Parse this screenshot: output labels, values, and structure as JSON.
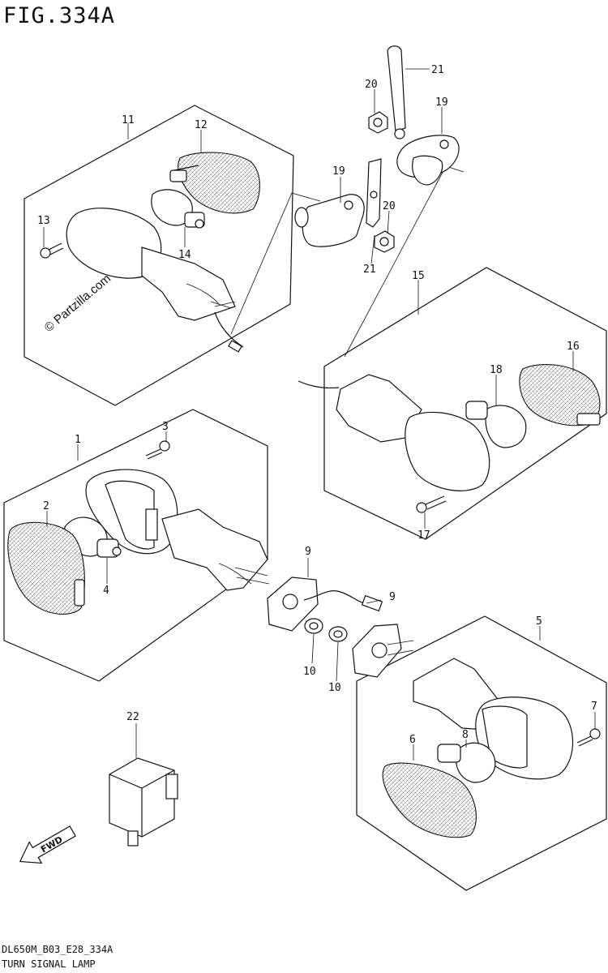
{
  "figure": {
    "title": "FIG.334A",
    "code": "DL650M_B03_E28_334A",
    "name": "TURN SIGNAL LAMP",
    "watermark": "© Partzilla.com",
    "fwd_label": "FWD"
  },
  "callouts": {
    "c1": "1",
    "c2": "2",
    "c3": "3",
    "c4": "4",
    "c5": "5",
    "c6": "6",
    "c7": "7",
    "c8": "8",
    "c9a": "9",
    "c9b": "9",
    "c10a": "10",
    "c10b": "10",
    "c11": "11",
    "c12": "12",
    "c13": "13",
    "c14": "14",
    "c15": "15",
    "c16": "16",
    "c17": "17",
    "c18": "18",
    "c19a": "19",
    "c19b": "19",
    "c20a": "20",
    "c20b": "20",
    "c21a": "21",
    "c21b": "21",
    "c22": "22"
  }
}
